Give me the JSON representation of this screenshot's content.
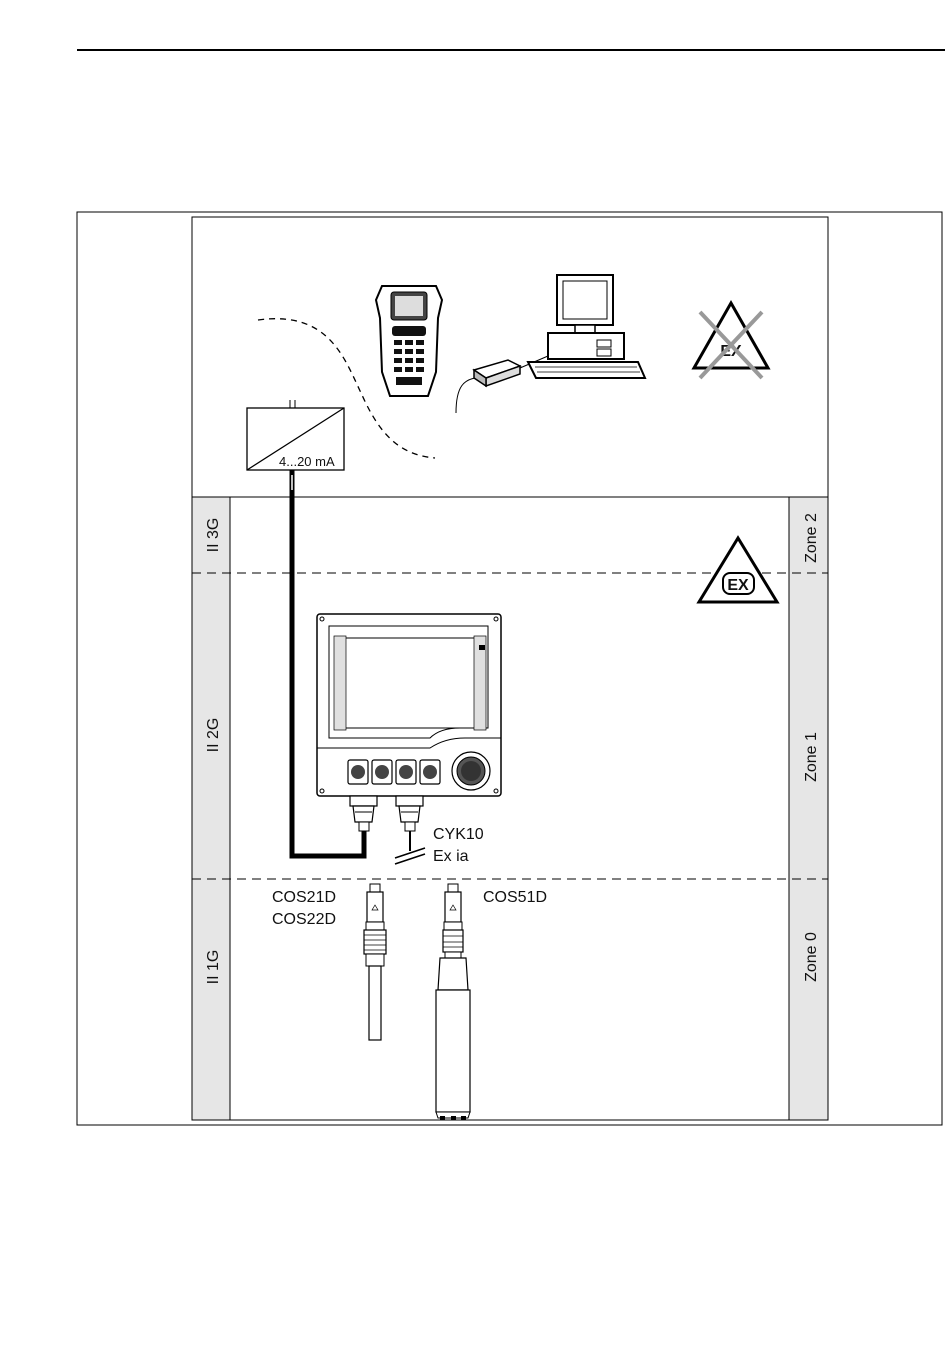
{
  "diagram": {
    "zones_left": {
      "category_3": "II 3G",
      "category_2": "II 2G",
      "category_1": "II 1G"
    },
    "zones_right": {
      "zone_2": "Zone 2",
      "zone_1": "Zone 1",
      "zone_0": "Zone 0"
    },
    "current_label": "4...20 mA",
    "cable": {
      "name": "CYK10",
      "protection": "Ex ia"
    },
    "sensors": {
      "left_model_1": "COS21D",
      "left_model_2": "COS22D",
      "right_model": "COS51D"
    },
    "ex_symbol_text": "EX",
    "crossed_ex_symbol_text": "EX"
  }
}
